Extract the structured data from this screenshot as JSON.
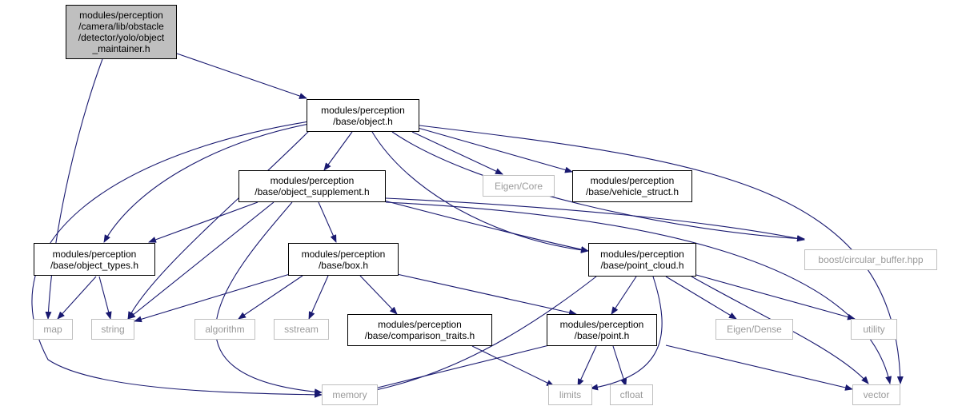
{
  "graph": {
    "root": "modules/perception\n/camera/lib/obstacle\n/detector/yolo/object\n_maintainer.h",
    "object": "modules/perception\n/base/object.h",
    "object_supplement": "modules/perception\n/base/object_supplement.h",
    "eigen_core": "Eigen/Core",
    "vehicle_struct": "modules/perception\n/base/vehicle_struct.h",
    "object_types": "modules/perception\n/base/object_types.h",
    "box": "modules/perception\n/base/box.h",
    "point_cloud": "modules/perception\n/base/point_cloud.h",
    "circular_buffer": "boost/circular_buffer.hpp",
    "map": "map",
    "string": "string",
    "algorithm": "algorithm",
    "sstream": "sstream",
    "comparison_traits": "modules/perception\n/base/comparison_traits.h",
    "point": "modules/perception\n/base/point.h",
    "eigen_dense": "Eigen/Dense",
    "utility": "utility",
    "memory": "memory",
    "limits": "limits",
    "cfloat": "cfloat",
    "vector": "vector"
  },
  "colors": {
    "edge": "#191970",
    "local_border": "#000000",
    "system_border": "#bfbfbf",
    "system_text": "#9a9a9a",
    "root_fill": "#bfbfbf"
  }
}
